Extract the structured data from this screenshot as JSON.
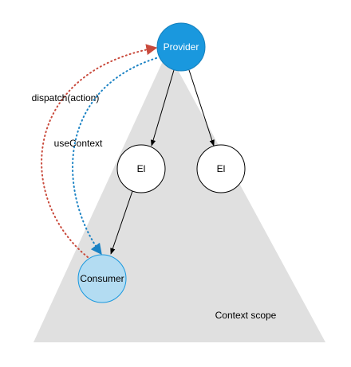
{
  "nodes": {
    "provider": {
      "label": "Provider"
    },
    "el_left": {
      "label": "El"
    },
    "el_right": {
      "label": "El"
    },
    "consumer": {
      "label": "Consumer"
    }
  },
  "edges": {
    "dispatch": {
      "label": "dispatch(action)"
    },
    "use_context": {
      "label": "useContext"
    }
  },
  "scope": {
    "label": "Context scope"
  },
  "colors": {
    "scope_fill": "#e0e0e0",
    "provider_fill": "#1a98de",
    "provider_stroke": "#1580bd",
    "consumer_fill": "#b3dcf2",
    "consumer_stroke": "#1a98de",
    "dispatch_line": "#c94a3c",
    "context_line": "#1a82c4"
  }
}
